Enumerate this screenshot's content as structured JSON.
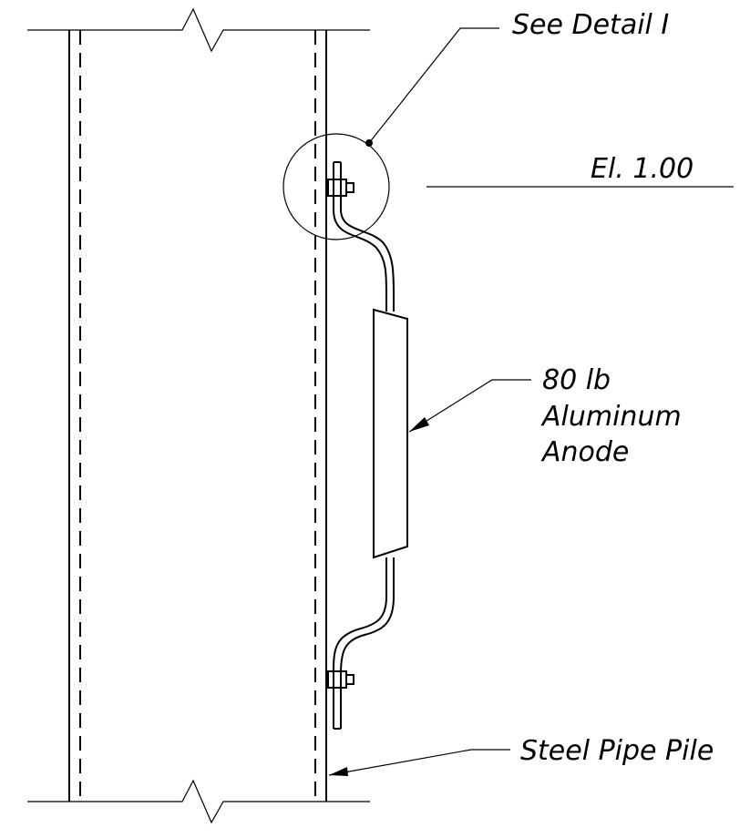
{
  "labels": {
    "see_detail": "See Detail I",
    "elevation": "El. 1.00",
    "anode_line1": "80  lb",
    "anode_line2": "Aluminum",
    "anode_line3": "Anode",
    "pile": "Steel Pipe Pile"
  }
}
